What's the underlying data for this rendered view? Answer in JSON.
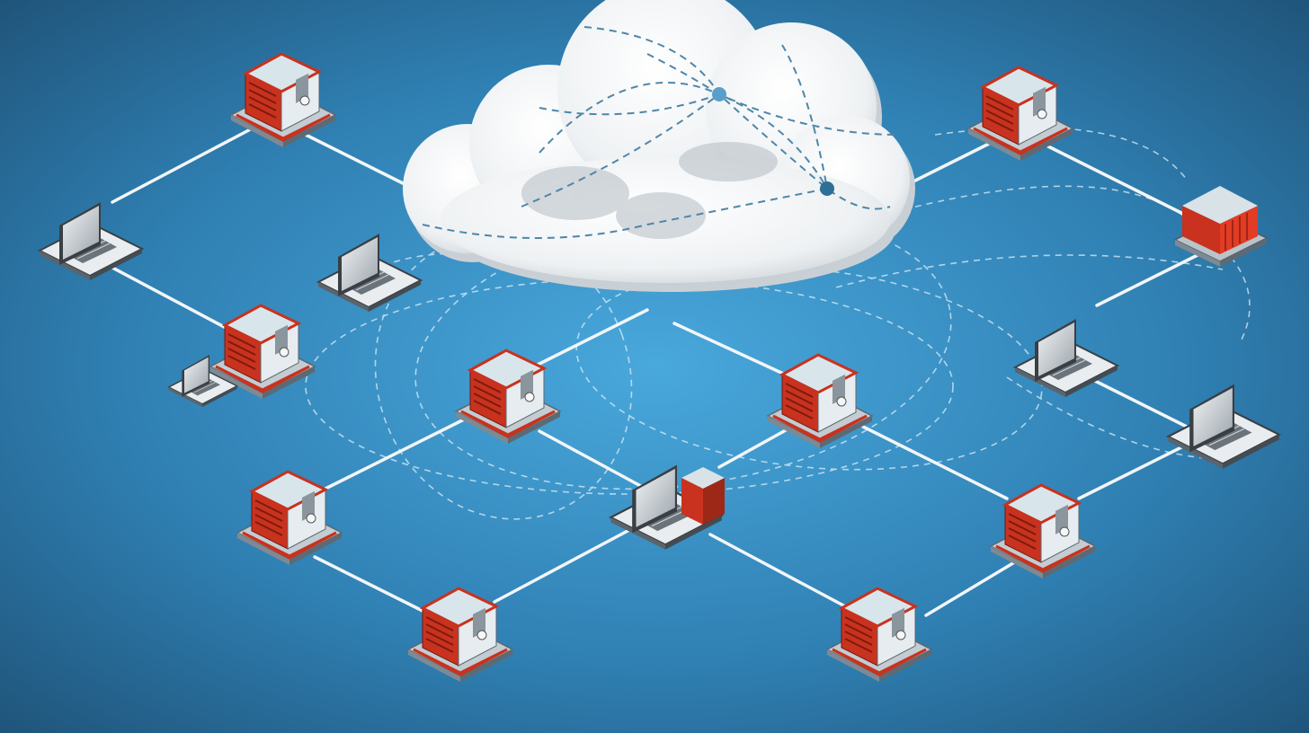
{
  "diagram": {
    "colors": {
      "background_center": "#49a8dc",
      "background_edge": "#1d4e72",
      "link": "#f2f6f9",
      "dashed_route": "#d9edf8",
      "cloud_dash": "#4f86a8",
      "server_red": "#c8321e",
      "server_top": "#d8e6ec",
      "base_plate": "#b8c1c7",
      "monitor_frame": "#3a3f44",
      "monitor_screen": "#d7dbdf"
    },
    "nodes": [
      {
        "id": "server-top-left",
        "kind": "server",
        "icon": "server-icon"
      },
      {
        "id": "server-mid-left",
        "kind": "server",
        "icon": "server-icon"
      },
      {
        "id": "server-center-left",
        "kind": "server",
        "icon": "server-icon"
      },
      {
        "id": "server-center-right",
        "kind": "server",
        "icon": "server-icon"
      },
      {
        "id": "server-top-right",
        "kind": "server",
        "icon": "server-icon"
      },
      {
        "id": "server-far-left",
        "kind": "server",
        "icon": "server-icon"
      },
      {
        "id": "server-bottom-left",
        "kind": "server",
        "icon": "server-icon"
      },
      {
        "id": "server-bottom-right",
        "kind": "server",
        "icon": "server-icon"
      },
      {
        "id": "server-right",
        "kind": "server",
        "icon": "server-icon"
      },
      {
        "id": "storage-far-right",
        "kind": "storage",
        "icon": "storage-box-icon"
      },
      {
        "id": "workstation-left",
        "kind": "workstation",
        "icon": "monitor-icon"
      },
      {
        "id": "workstation-inner-left",
        "kind": "workstation",
        "icon": "monitor-icon"
      },
      {
        "id": "workstation-small-left",
        "kind": "workstation",
        "icon": "monitor-icon"
      },
      {
        "id": "workstation-center",
        "kind": "workstation",
        "icon": "monitor-icon"
      },
      {
        "id": "workstation-right",
        "kind": "workstation",
        "icon": "monitor-icon"
      },
      {
        "id": "workstation-far-right",
        "kind": "workstation",
        "icon": "monitor-icon"
      }
    ],
    "links": [
      [
        "server-top-left",
        "workstation-left"
      ],
      [
        "workstation-left",
        "server-mid-left"
      ],
      [
        "server-top-left",
        "cloud"
      ],
      [
        "server-center-left",
        "cloud"
      ],
      [
        "server-center-right",
        "cloud"
      ],
      [
        "server-top-right",
        "cloud"
      ],
      [
        "server-top-right",
        "storage-far-right"
      ],
      [
        "storage-far-right",
        "workstation-right"
      ],
      [
        "workstation-right",
        "workstation-far-right"
      ],
      [
        "server-center-left",
        "workstation-center"
      ],
      [
        "server-center-right",
        "workstation-center"
      ],
      [
        "server-center-left",
        "server-far-left"
      ],
      [
        "server-far-left",
        "server-bottom-left"
      ],
      [
        "server-bottom-left",
        "workstation-center"
      ],
      [
        "workstation-center",
        "server-bottom-right"
      ],
      [
        "server-bottom-right",
        "server-right"
      ],
      [
        "server-right",
        "workstation-far-right"
      ],
      [
        "server-center-right",
        "server-right"
      ]
    ]
  }
}
